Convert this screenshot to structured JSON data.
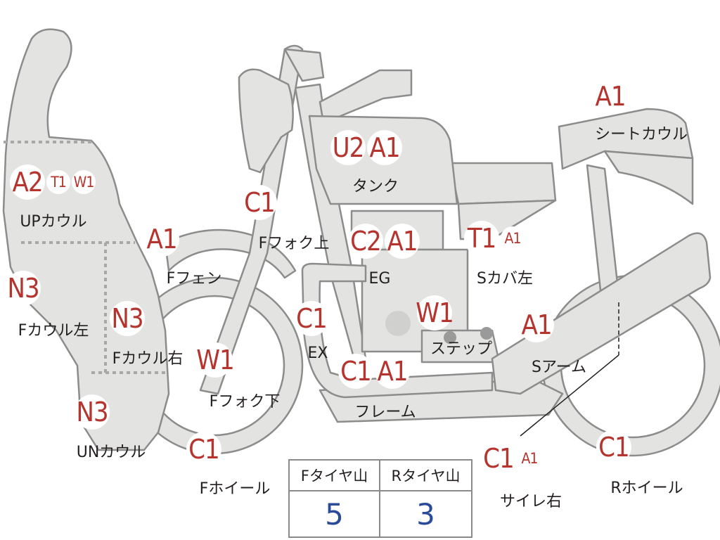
{
  "parts": [
    {
      "id": "up-cowl",
      "label": "UPカウル",
      "badges": [
        {
          "code": "A2",
          "size": "lg"
        },
        {
          "code": "T1",
          "size": "sm"
        },
        {
          "code": "W1",
          "size": "sm"
        }
      ]
    },
    {
      "id": "f-cowl-left",
      "label": "Fカウル左",
      "badges": [
        {
          "code": "N3",
          "size": "lg"
        }
      ]
    },
    {
      "id": "f-cowl-right",
      "label": "Fカウル右",
      "badges": [
        {
          "code": "N3",
          "size": "lg"
        }
      ]
    },
    {
      "id": "un-cowl",
      "label": "UNカウル",
      "badges": [
        {
          "code": "N3",
          "size": "lg"
        }
      ]
    },
    {
      "id": "f-fender",
      "label": "Fフェン",
      "badges": [
        {
          "code": "A1",
          "size": "lg"
        }
      ]
    },
    {
      "id": "f-fork-upper",
      "label": "Fフォク上",
      "badges": [
        {
          "code": "C1",
          "size": "lg"
        }
      ]
    },
    {
      "id": "f-fork-lower",
      "label": "Fフォク下",
      "badges": [
        {
          "code": "W1",
          "size": "lg"
        }
      ]
    },
    {
      "id": "f-wheel",
      "label": "Fホイール",
      "badges": [
        {
          "code": "C1",
          "size": "lg"
        }
      ]
    },
    {
      "id": "tank",
      "label": "タンク",
      "badges": [
        {
          "code": "U2",
          "size": "lg"
        },
        {
          "code": "A1",
          "size": "lg"
        }
      ]
    },
    {
      "id": "engine",
      "label": "EG",
      "badges": [
        {
          "code": "C2",
          "size": "lg"
        },
        {
          "code": "A1",
          "size": "lg"
        }
      ]
    },
    {
      "id": "exhaust",
      "label": "EX",
      "badges": [
        {
          "code": "C1",
          "size": "lg"
        }
      ]
    },
    {
      "id": "step",
      "label": "ステップ",
      "badges": [
        {
          "code": "W1",
          "size": "lg"
        }
      ]
    },
    {
      "id": "frame",
      "label": "フレーム",
      "badges": [
        {
          "code": "C1",
          "size": "lg"
        },
        {
          "code": "A1",
          "size": "lg"
        }
      ]
    },
    {
      "id": "s-cover-left",
      "label": "Sカバ左",
      "badges": [
        {
          "code": "T1",
          "size": "lg"
        },
        {
          "code": "A1",
          "size": "sm"
        }
      ]
    },
    {
      "id": "seat-cowl",
      "label": "シートカウル",
      "badges": [
        {
          "code": "A1",
          "size": "lg"
        }
      ]
    },
    {
      "id": "s-arm",
      "label": "Sアーム",
      "badges": [
        {
          "code": "A1",
          "size": "lg"
        }
      ]
    },
    {
      "id": "silencer-right",
      "label": "サイレ右",
      "badges": [
        {
          "code": "C1",
          "size": "lg"
        },
        {
          "code": "A1",
          "size": "sm"
        }
      ]
    },
    {
      "id": "r-wheel",
      "label": "Rホイール",
      "badges": [
        {
          "code": "C1",
          "size": "lg"
        }
      ]
    }
  ],
  "tire_table": {
    "front_header": "Fタイヤ山",
    "rear_header": "Rタイヤ山",
    "front_value": "5",
    "rear_value": "3"
  },
  "colors": {
    "body_fill": "#e3e3e1",
    "body_stroke": "#8c8c8c",
    "badge_text": "#b5342e",
    "value_text": "#2a4a9a"
  }
}
